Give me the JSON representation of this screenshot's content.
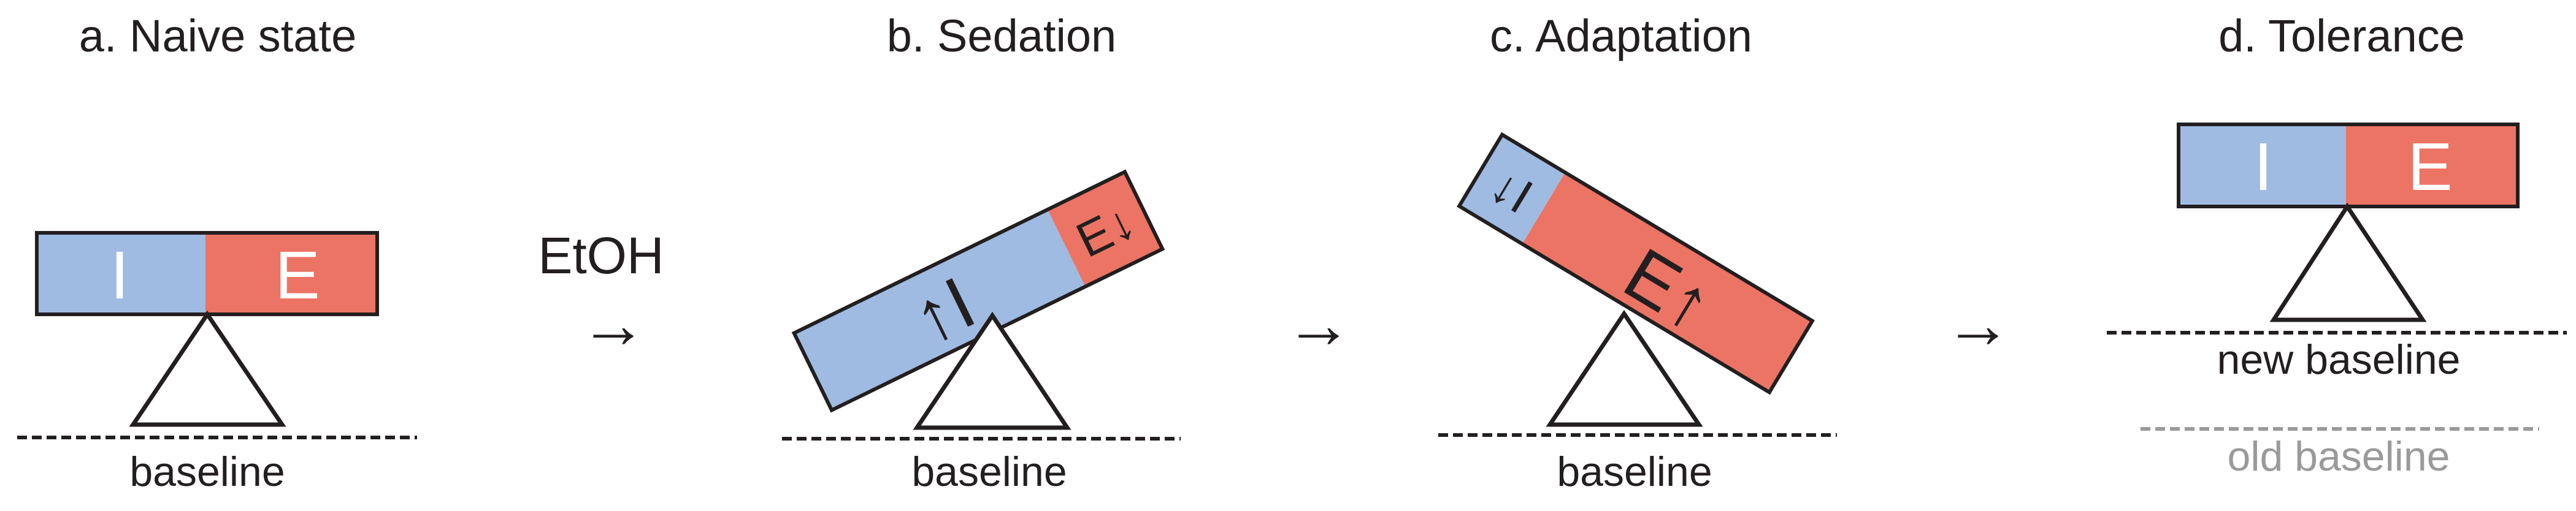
{
  "colors": {
    "inhibitory": "#9fbbe2",
    "excitatory": "#ec7464",
    "outline": "#231f20",
    "old_baseline": "#9a9a9a",
    "label_on_bar": "#ffffff"
  },
  "panels": [
    {
      "title": "a. Naive state",
      "left_label": "I",
      "right_label": "E",
      "baseline_label": "baseline"
    },
    {
      "title": "b. Sedation",
      "left_label": "↑I",
      "right_label": "E↓",
      "baseline_label": "baseline"
    },
    {
      "title": "c. Adaptation",
      "left_label": "↓I",
      "right_label": "E↑",
      "baseline_label": "baseline"
    },
    {
      "title": "d. Tolerance",
      "left_label": "I",
      "right_label": "E",
      "new_baseline_label": "new baseline",
      "old_baseline_label": "old baseline"
    }
  ],
  "transitions": {
    "drug_label": "EtOH",
    "arrow_glyph": "→"
  }
}
